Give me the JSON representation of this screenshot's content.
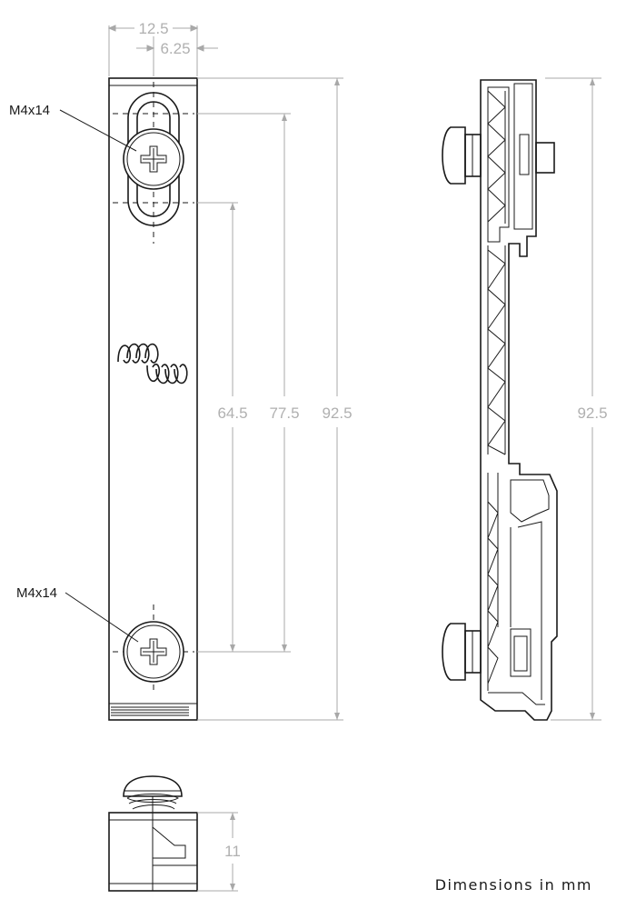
{
  "dimensions": {
    "front_width": "12.5",
    "front_half_width": "6.25",
    "hole_to_slot_end": "64.5",
    "slot_span": "77.5",
    "front_height": "92.5",
    "side_height": "92.5",
    "bottom_height": "11"
  },
  "screws": {
    "top_label": "M4x14",
    "bottom_label": "M4x14"
  },
  "caption": "Dimensions in mm"
}
